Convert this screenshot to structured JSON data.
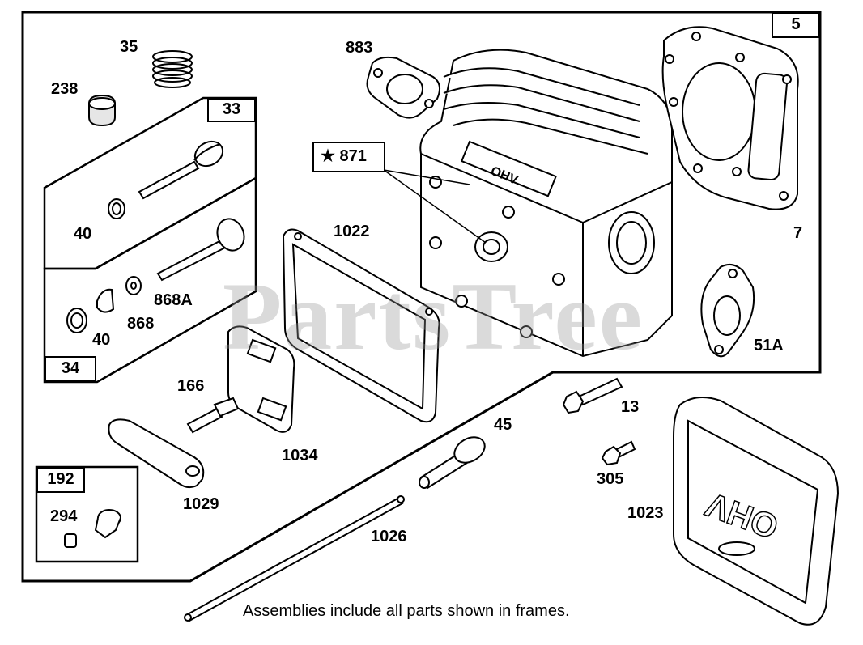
{
  "watermark": "PartsTree",
  "footnote": "Assemblies include all parts shown in frames.",
  "frame_labels": {
    "main": "5",
    "valve_intake": "33",
    "valve_exhaust": "34",
    "breather_kit": "192"
  },
  "featured_part": {
    "star": "★",
    "number": "871"
  },
  "part_labels": {
    "p35": "35",
    "p238": "238",
    "p883": "883",
    "p40a": "40",
    "p868a": "868A",
    "p868": "868",
    "p40b": "40",
    "p1022": "1022",
    "p7": "7",
    "p51a": "51A",
    "p166": "166",
    "p1034": "1034",
    "p1029": "1029",
    "p294": "294",
    "p45": "45",
    "p13": "13",
    "p305": "305",
    "p1023": "1023",
    "p1026": "1026"
  },
  "cover_marking": "OHV",
  "head_marking": "OHV",
  "colors": {
    "line": "#000000",
    "background": "#ffffff",
    "watermark": "#969696"
  }
}
